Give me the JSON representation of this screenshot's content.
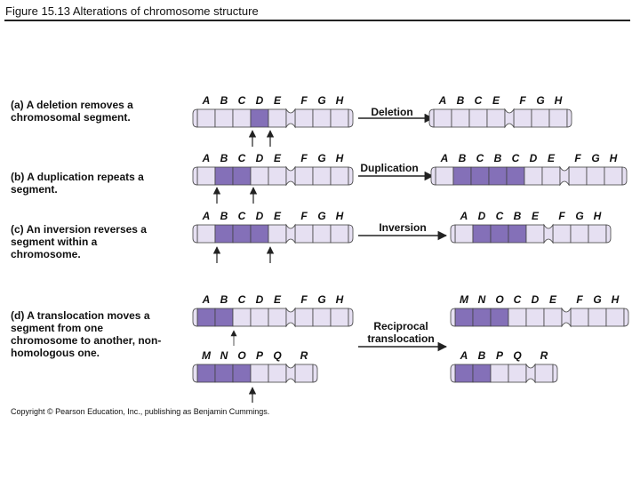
{
  "title": "Figure 15.13  Alterations of chromosome structure",
  "copyright": "Copyright © Pearson Education, Inc., publishing as Benjamin Cummings.",
  "colors": {
    "dark": "#8470b8",
    "light": "#e6e0f2",
    "outline": "#444444"
  },
  "rows": {
    "a": {
      "desc_label": "(a)",
      "desc_keyword": "A deletion",
      "desc_rest": " removes a chromosomal segment.",
      "event": "Deletion",
      "before": {
        "genes": [
          "A",
          "B",
          "C",
          "D",
          "E",
          "F",
          "G",
          "H"
        ],
        "dark": [
          "D"
        ]
      },
      "after": {
        "genes": [
          "A",
          "B",
          "C",
          "E",
          "F",
          "G",
          "H"
        ],
        "dark": []
      }
    },
    "b": {
      "desc_label": "(b)",
      "desc_keyword": "A duplication",
      "desc_rest": " repeats a segment.",
      "event": "Duplication",
      "before": {
        "genes": [
          "A",
          "B",
          "C",
          "D",
          "E",
          "F",
          "G",
          "H"
        ],
        "dark": [
          "B",
          "C"
        ]
      },
      "after": {
        "genes": [
          "A",
          "B",
          "C",
          "B",
          "C",
          "D",
          "E",
          "F",
          "G",
          "H"
        ],
        "dark": [
          "B",
          "C",
          "B",
          "C"
        ]
      }
    },
    "c": {
      "desc_label": "(c)",
      "desc_keyword": "An inversion",
      "desc_rest": " reverses a segment within a chromosome.",
      "event": "Inversion",
      "before": {
        "genes": [
          "A",
          "B",
          "C",
          "D",
          "E",
          "F",
          "G",
          "H"
        ],
        "dark": [
          "B",
          "C",
          "D"
        ]
      },
      "after": {
        "genes": [
          "A",
          "D",
          "C",
          "B",
          "E",
          "F",
          "G",
          "H"
        ],
        "dark": [
          "D",
          "C",
          "B"
        ]
      }
    },
    "d": {
      "desc_label": "(d)",
      "desc_keyword": "A translocation",
      "desc_rest": " moves a segment from one chromosome to another, non-homologous one.",
      "event_line1": "Reciprocal",
      "event_line2": "translocation",
      "before_top": {
        "genes": [
          "A",
          "B",
          "C",
          "D",
          "E",
          "F",
          "G",
          "H"
        ],
        "dark": [
          "A",
          "B"
        ]
      },
      "before_bottom": {
        "genes": [
          "M",
          "N",
          "O",
          "P",
          "Q",
          "R"
        ],
        "dark": [
          "M",
          "N",
          "O"
        ]
      },
      "after_top": {
        "genes": [
          "M",
          "N",
          "O",
          "C",
          "D",
          "E",
          "F",
          "G",
          "H"
        ],
        "dark": [
          "M",
          "N",
          "O"
        ]
      },
      "after_bottom": {
        "genes": [
          "A",
          "B",
          "P",
          "Q",
          "R"
        ],
        "dark": [
          "A",
          "B"
        ]
      }
    }
  }
}
